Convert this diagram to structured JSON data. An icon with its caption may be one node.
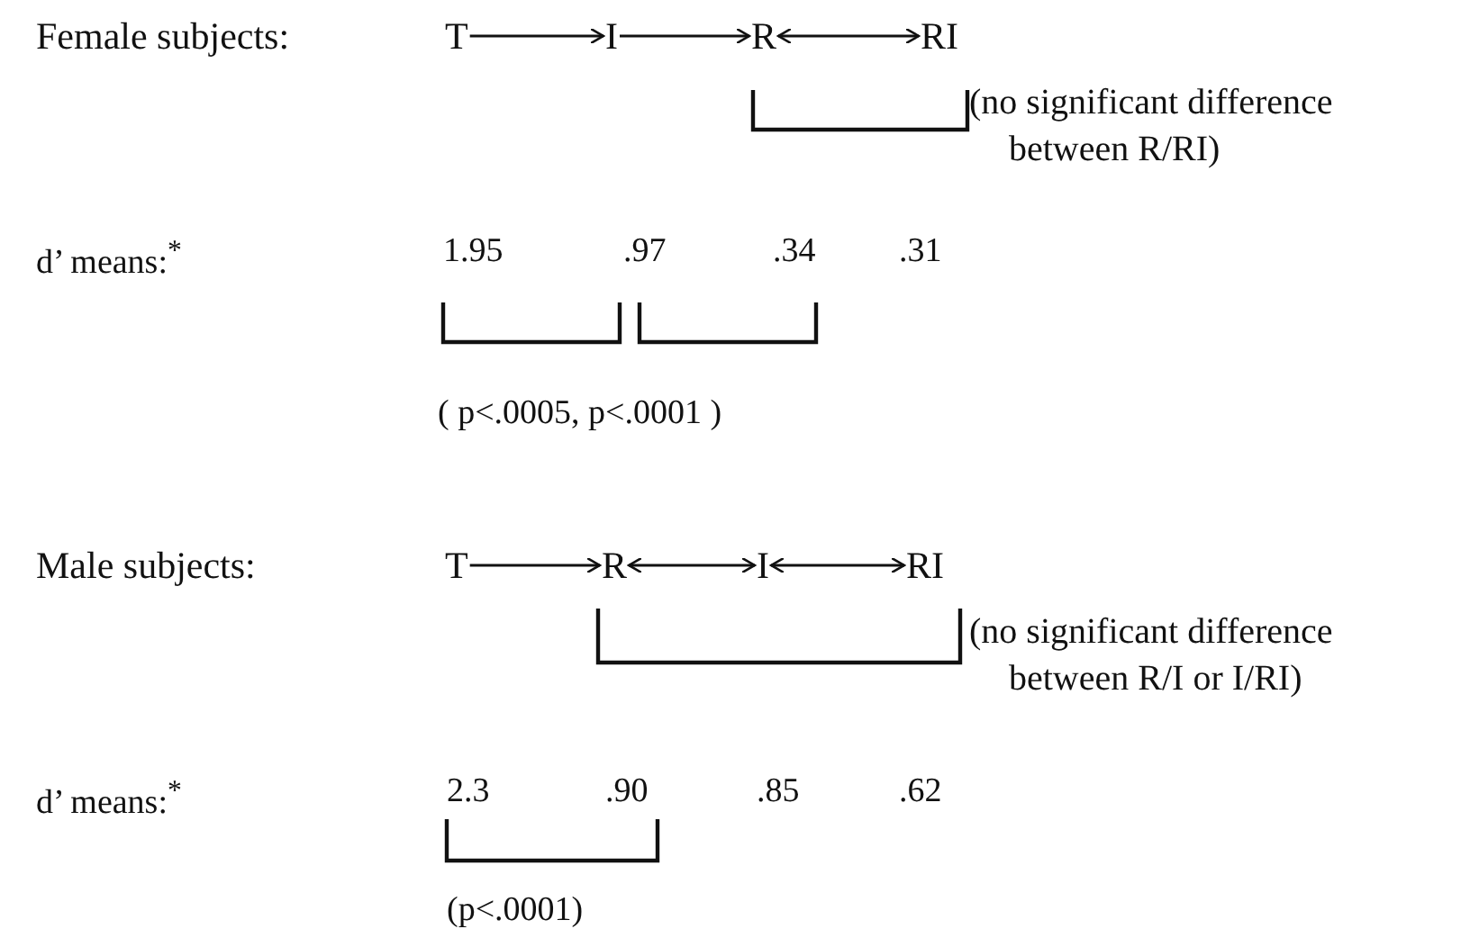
{
  "diagram": {
    "nodes": [
      {
        "text": [
          "T"
        ]
      },
      {
        "text": [
          "I"
        ]
      },
      {
        "text": [
          "R"
        ]
      },
      {
        "text": [
          "RI"
        ]
      },
      {
        "text": [
          "T"
        ]
      },
      {
        "text": [
          "R"
        ]
      },
      {
        "text": [
          "I"
        ]
      },
      {
        "text": [
          "RI"
        ]
      }
    ],
    "edges": [
      {
        "from": 0,
        "to": 1,
        "arrow": "to"
      },
      {
        "from": 1,
        "to": 2,
        "arrow": "to"
      },
      {
        "from": 2,
        "to": 3,
        "arrow": "both"
      },
      {
        "from": 4,
        "to": 5,
        "arrow": "to"
      },
      {
        "from": 5,
        "to": 6,
        "arrow": "both"
      },
      {
        "from": 6,
        "to": 7,
        "arrow": "both"
      }
    ],
    "labels": [
      "Female subjects:",
      "(no significant difference between R/RI)",
      "d’ means:$^{*}$",
      "1.95",
      ".97",
      ".34",
      ".31",
      "( p<.0005,  p<.0001 )",
      "Male subjects:",
      "(no significant difference between R/I or I/RI)",
      "d’ means:$^{*}$",
      "2.3",
      ".90",
      ".85",
      ".62",
      "(p<.0001)"
    ]
  }
}
